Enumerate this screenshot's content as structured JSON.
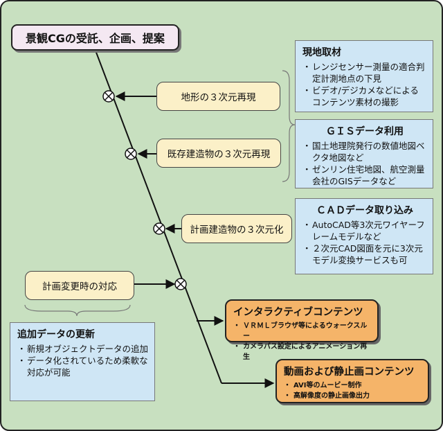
{
  "title": "景観CGの受託、企画、提案",
  "steps": [
    {
      "label": "地形の３次元再現"
    },
    {
      "label": "既存建造物の３次元再現"
    },
    {
      "label": "計画建造物の３次元化"
    },
    {
      "label": "計画変更時の対応"
    }
  ],
  "info_boxes": [
    {
      "heading": "現地取材",
      "items": [
        "レンジセンサー測量の適合判定計測地点の下見",
        "ビデオ/デジカメなどによるコンテンツ素材の撮影"
      ]
    },
    {
      "heading": "ＧＩＳデータ利用",
      "items": [
        "国土地理院発行の数値地図ベクタ地図など",
        "ゼンリン住宅地図、航空測量会社のGISデータなど"
      ]
    },
    {
      "heading": "ＣＡＤデータ取り込み",
      "items": [
        "AutoCAD等3次元ワイヤーフレームモデルなど",
        "２次元CAD図面を元に3次元モデル変換サービスも可"
      ]
    },
    {
      "heading": "追加データの更新",
      "items": [
        "新規オブジェクトデータの追加",
        "データ化されているため柔軟な対応が可能"
      ]
    }
  ],
  "outputs": [
    {
      "heading": "インタラクティブコンテンツ",
      "items": [
        "ＶＲＭＬブラウザ等によるウォークスルー",
        "カメラパス設定によるアニメーション再生"
      ]
    },
    {
      "heading": "動画および静止画コンテンツ",
      "items": [
        "AVI等のムービー制作",
        "高解像度の静止画像出力"
      ]
    }
  ],
  "colors": {
    "background": "#c8e0c0",
    "frame": "#222222",
    "title_fill": "#f4e8f2",
    "step_fill": "#fbf0c8",
    "info_fill": "#cfe6f5",
    "output_fill": "#f5b469"
  }
}
